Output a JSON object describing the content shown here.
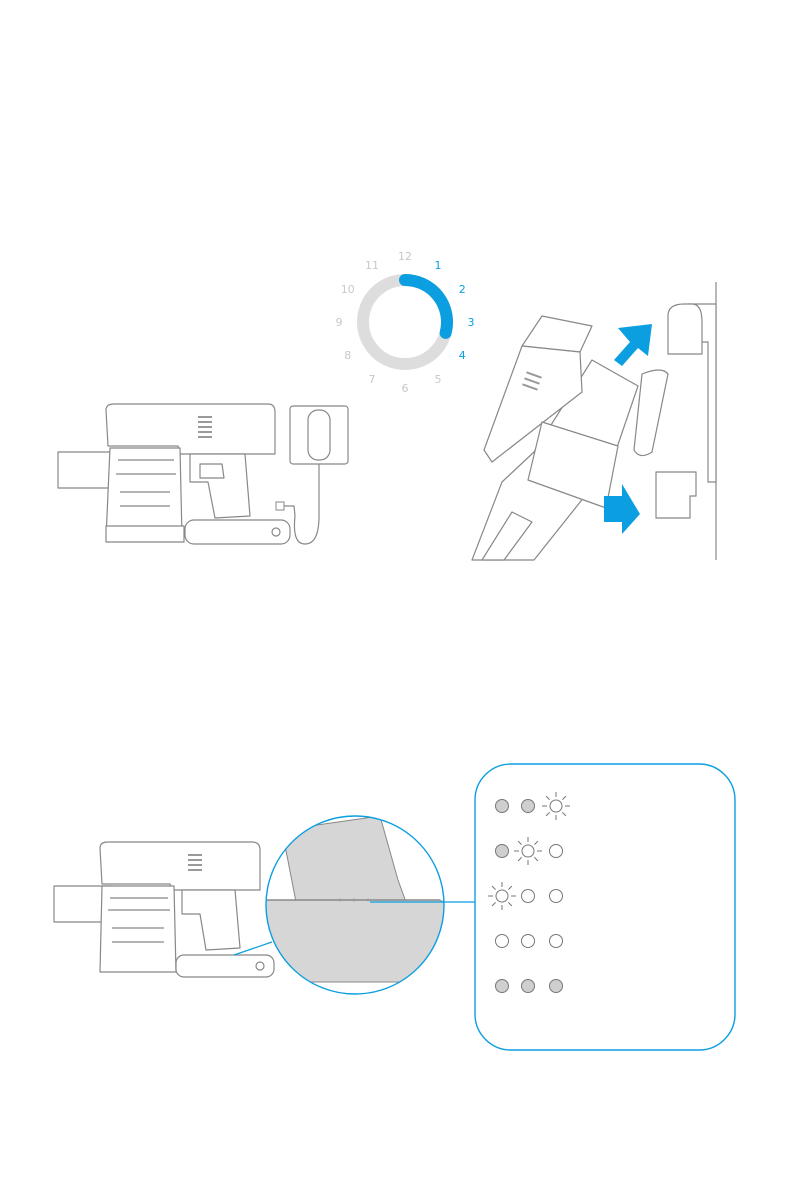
{
  "page": {
    "background": "#ffffff"
  },
  "colors": {
    "accent": "#0b9ee0",
    "line": "#888888",
    "device_fill": "#ffffff",
    "ring_gray": "#dddddd",
    "led_fill_off": "#cfcfcf",
    "zoom_fill": "#d6d6d6"
  },
  "charging_clock": {
    "hours": [
      "12",
      "1",
      "2",
      "3",
      "4",
      "5",
      "6",
      "7",
      "8",
      "9",
      "10",
      "11"
    ],
    "highlighted_hours": [
      "1",
      "2",
      "3",
      "4"
    ],
    "charge_duration_hours": 3.5
  },
  "battery_indicator": {
    "rows": [
      {
        "leds": [
          "on",
          "on",
          "blink"
        ]
      },
      {
        "leds": [
          "on",
          "blink",
          "off"
        ]
      },
      {
        "leds": [
          "blink",
          "off",
          "off"
        ]
      },
      {
        "leds": [
          "off",
          "off",
          "off"
        ]
      },
      {
        "leds": [
          "on",
          "on",
          "on"
        ]
      }
    ]
  },
  "icons": {
    "arrow_up": "arrow-up-icon",
    "arrow_right": "arrow-right-icon",
    "blinking_led": "blinking-led-icon"
  }
}
